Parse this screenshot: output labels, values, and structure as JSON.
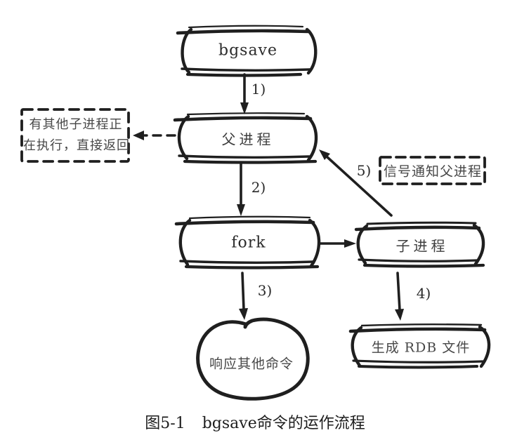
{
  "figure": {
    "caption_number": "图5-1",
    "caption_text": "bgsave命令的运作流程"
  },
  "diagram": {
    "colors": {
      "ink": "#1f1f1f",
      "background": "#ffffff"
    },
    "nodes": {
      "bgsave": {
        "label": "bgsave"
      },
      "parent_process": {
        "label": "父进程"
      },
      "fork": {
        "label": "fork"
      },
      "child_process": {
        "label": "子进程"
      },
      "generate_rdb": {
        "label": "生成 RDB 文件"
      },
      "respond_other_commands": {
        "label": "响应其他命令"
      }
    },
    "notes": {
      "busy_return": {
        "line1": "有其他子进程正",
        "line2": "在执行，直接返回"
      },
      "signal_parent": {
        "label": "信号通知父进程"
      }
    },
    "steps": {
      "s1": {
        "label": "1)"
      },
      "s2": {
        "label": "2)"
      },
      "s3": {
        "label": "3)"
      },
      "s4": {
        "label": "4)"
      },
      "s5": {
        "label": "5)"
      }
    }
  }
}
